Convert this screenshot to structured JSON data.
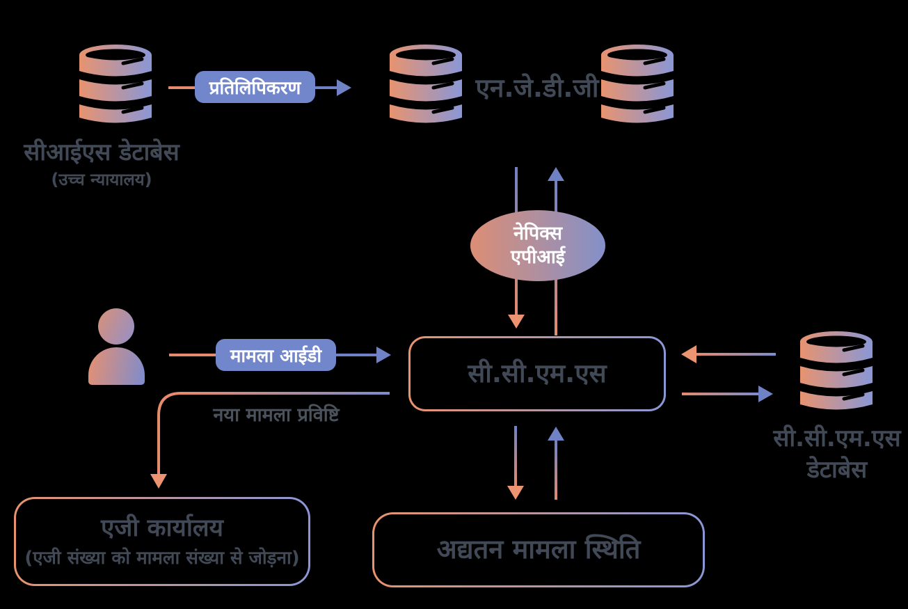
{
  "colors": {
    "background": "#000000",
    "salmon": "#E58B6E",
    "periwinkle": "#7D8CCE",
    "chip_blue": "#7286CC",
    "text_dark": "#424956",
    "text_gray": "#4B525C",
    "node_text_white": "#FFFFFF"
  },
  "icons": {
    "database": "database-cylinder",
    "user": "person-silhouette"
  },
  "nodes": {
    "cis_db": {
      "label": "सीआईएस डेटाबेस",
      "sublabel": "(उच्च न्यायालय)"
    },
    "njdg": {
      "label": "एन.जे.डी.जी"
    },
    "napix": {
      "line1": "नेपिक्स",
      "line2": "एपीआई"
    },
    "ccms": {
      "label": "सी.सी.एम.एस"
    },
    "ccms_db": {
      "line1": "सी.सी.एम.एस",
      "line2": "डेटाबेस"
    },
    "ag_office": {
      "label": "एजी कार्यालय",
      "sublabel": "(एजी संख्या को मामला संख्या से जोड़ना)"
    },
    "update_status": {
      "label": "अद्यतन मामला स्थिति"
    }
  },
  "edges": {
    "replication": {
      "label": "प्रतिलिपिकरण"
    },
    "case_id": {
      "label": "मामला आईडी"
    },
    "new_case_entry": {
      "label": "नया मामला प्रविष्टि"
    }
  }
}
